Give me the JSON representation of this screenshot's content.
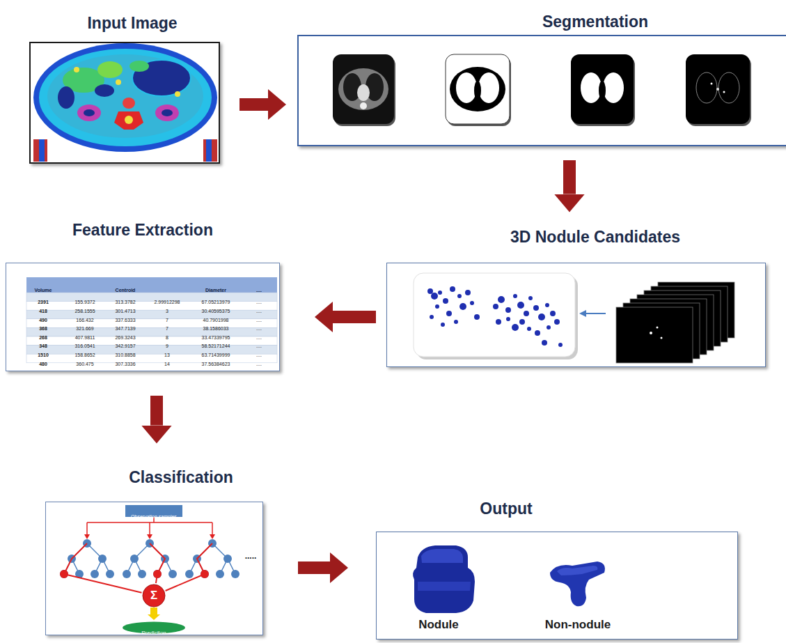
{
  "diagram": {
    "nodes": [
      {
        "text": [
          "Input Image"
        ]
      },
      {
        "text": [
          "Segmentation"
        ]
      },
      {
        "text": [
          "3D Nodule Candidates"
        ]
      },
      {
        "text": [
          "Feature Extraction"
        ]
      },
      {
        "text": [
          "Classification"
        ]
      },
      {
        "text": [
          "Output",
          "Nodule",
          "Non-nodule"
        ]
      }
    ],
    "edges": [
      {
        "from": 0,
        "to": 1,
        "arrow": "to"
      },
      {
        "from": 1,
        "to": 2,
        "arrow": "to"
      },
      {
        "from": 2,
        "to": 3,
        "arrow": "to"
      },
      {
        "from": 3,
        "to": 4,
        "arrow": "to"
      },
      {
        "from": 4,
        "to": 5,
        "arrow": "to"
      }
    ],
    "labels": [
      "Volume",
      "Centroid",
      "Diameter",
      "....",
      "2391",
      "155.9372",
      "313.3782",
      "2.99912298",
      "67.05213979",
      "....",
      "418",
      "258.1555",
      "301.4713",
      "3",
      "30.40595375",
      "....",
      "490",
      "166.432",
      "337.6333",
      "7",
      "40.7901998",
      "....",
      "368",
      "321.669",
      "347.7139",
      "7",
      "38.1586033",
      "....",
      "268",
      "407.9811",
      "269.3243",
      "8",
      "33.47339795",
      "....",
      "348",
      "316.0541",
      "342.9157",
      "9",
      "58.52171244",
      "....",
      "1510",
      "158.8652",
      "310.8858",
      "13",
      "63.71439999",
      "....",
      "480",
      "360.475",
      "307.3336",
      "14",
      "37.56384623",
      "....",
      "Observation samples",
      "Σ",
      "Prediction",
      "....."
    ]
  }
}
